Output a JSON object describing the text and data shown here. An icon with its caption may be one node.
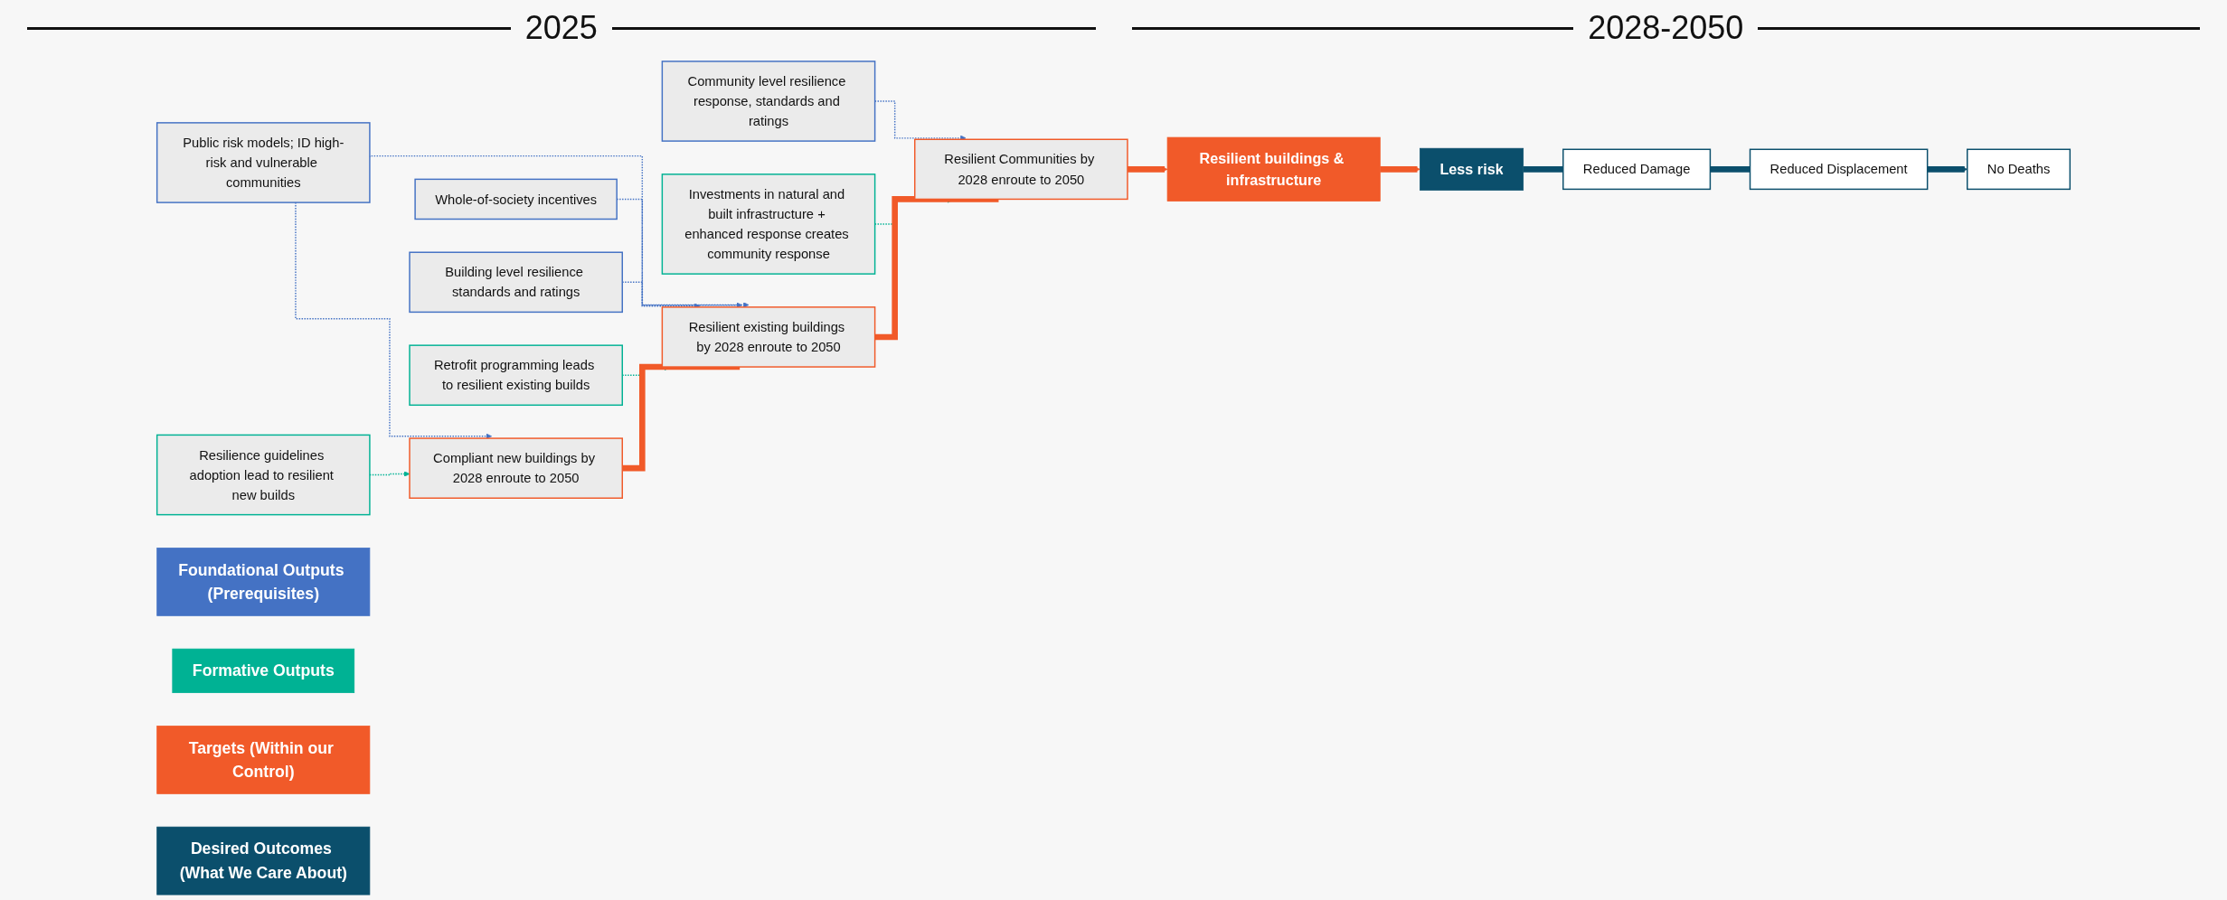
{
  "diagram": {
    "nodes": [
      {
        "text": [
          "Foundational Outputs (Prerequisites)"
        ]
      },
      {
        "text": [
          "Formative Outputs"
        ]
      },
      {
        "text": [
          "Targets (Within our Control)"
        ]
      },
      {
        "text": [
          "Desired Outcomes (What We Care About)"
        ]
      },
      {
        "text": [
          "Public risk models; ID high-risk and vulnerable communities"
        ]
      },
      {
        "text": [
          "Whole-of-society incentives"
        ]
      },
      {
        "text": [
          "Building level resilience standards and ratings"
        ]
      },
      {
        "text": [
          "Community level resilience response, standards and ratings"
        ]
      },
      {
        "text": [
          "Resilience guidelines adoption lead to resilient new builds"
        ]
      },
      {
        "text": [
          "Retrofit programming leads to resilient existing builds"
        ]
      },
      {
        "text": [
          "Investments in natural and built infrastructure + enhanced response creates community response"
        ]
      },
      {
        "text": [
          "Compliant new buildings by 2028 enroute to 2050"
        ]
      },
      {
        "text": [
          "Resilient existing buildings by 2028 enroute to 2050"
        ]
      },
      {
        "text": [
          "Resilient Communities by 2028 enroute to 2050"
        ]
      },
      {
        "text": [
          "Resilient buildings & infrastructure"
        ]
      },
      {
        "text": [
          "No Deaths"
        ]
      },
      {
        "text": [
          "Reduced Displacement"
        ]
      },
      {
        "text": [
          "Reduced Damage"
        ]
      },
      {
        "text": [
          "Less risk"
        ]
      }
    ],
    "edges": [
      {
        "from": 4,
        "to": 11,
        "arrow": "to",
        "style": "dashed",
        "color": "#4472c4"
      },
      {
        "from": 4,
        "to": 12,
        "arrow": "to",
        "style": "dashed",
        "color": "#4472c4"
      },
      {
        "from": 5,
        "to": 12,
        "arrow": "to",
        "style": "dashed",
        "color": "#4472c4"
      },
      {
        "from": 6,
        "to": 12,
        "arrow": "to",
        "style": "dashed",
        "color": "#4472c4"
      },
      {
        "from": 7,
        "to": 13,
        "arrow": "to",
        "style": "dashed",
        "color": "#4472c4"
      },
      {
        "from": 8,
        "to": 11,
        "arrow": "to",
        "style": "dashed",
        "color": "#00b294"
      },
      {
        "from": 9,
        "to": 12,
        "arrow": "to",
        "style": "dashed",
        "color": "#00b294"
      },
      {
        "from": 10,
        "to": 13,
        "arrow": "to",
        "style": "dashed",
        "color": "#00b294"
      },
      {
        "from": 11,
        "to": 12,
        "arrow": "none",
        "style": "thick",
        "color": "#f15a29"
      },
      {
        "from": 12,
        "to": 13,
        "arrow": "none",
        "style": "thick",
        "color": "#f15a29"
      },
      {
        "from": 13,
        "to": 14,
        "arrow": "to",
        "style": "thick",
        "color": "#f15a29"
      },
      {
        "from": 14,
        "to": 18,
        "arrow": "to",
        "style": "thick",
        "color": "#f15a29"
      },
      {
        "from": 18,
        "to": 17,
        "arrow": "none",
        "style": "thick",
        "color": "#0b4f6c"
      },
      {
        "from": 17,
        "to": 16,
        "arrow": "none",
        "style": "thick",
        "color": "#0b4f6c"
      },
      {
        "from": 16,
        "to": 15,
        "arrow": "to",
        "style": "thick",
        "color": "#0b4f6c"
      }
    ],
    "labels": [
      "2025",
      "2028-2050"
    ]
  }
}
